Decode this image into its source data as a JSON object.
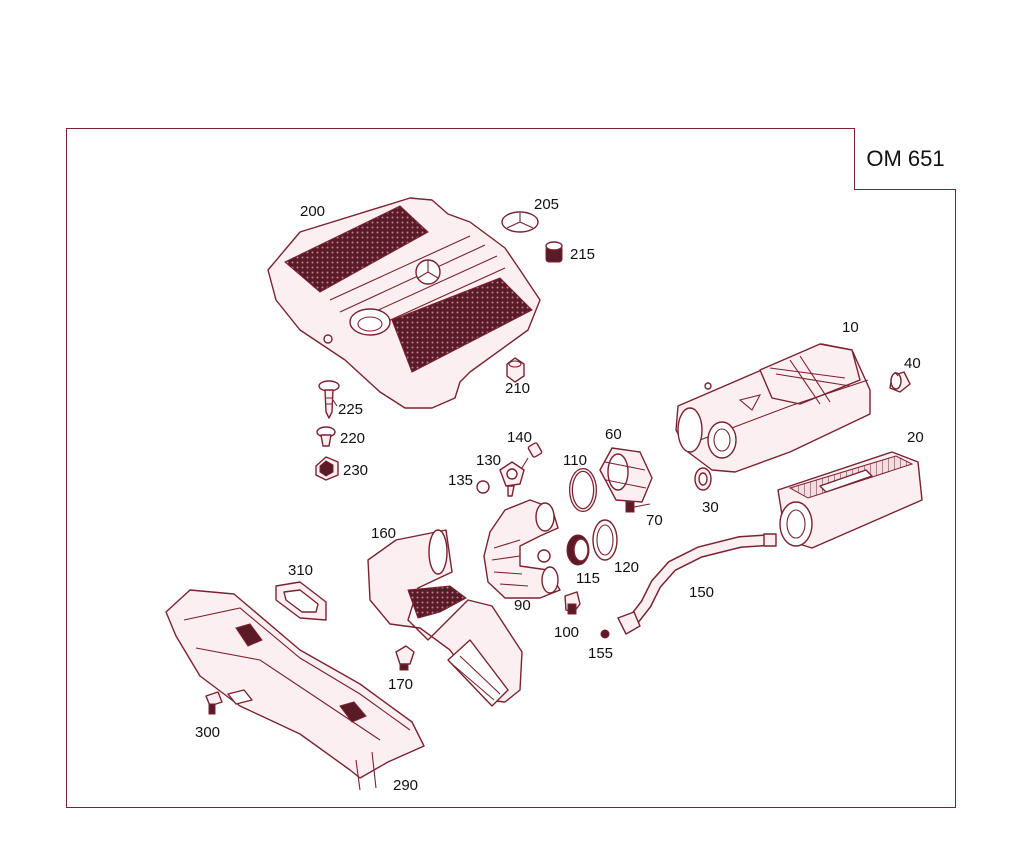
{
  "engine_badge": "OM 651",
  "colors": {
    "line": "#7a2230",
    "fill": "#fbeff1",
    "dark": "#5a1a26"
  },
  "parts": {
    "p10": "10",
    "p20": "20",
    "p30": "30",
    "p40": "40",
    "p60": "60",
    "p70": "70",
    "p90": "90",
    "p100": "100",
    "p110": "110",
    "p115": "115",
    "p120": "120",
    "p130": "130",
    "p135": "135",
    "p140": "140",
    "p150": "150",
    "p155": "155",
    "p160": "160",
    "p170": "170",
    "p200": "200",
    "p205": "205",
    "p210": "210",
    "p215": "215",
    "p220": "220",
    "p225": "225",
    "p230": "230",
    "p290": "290",
    "p300": "300",
    "p310": "310"
  }
}
